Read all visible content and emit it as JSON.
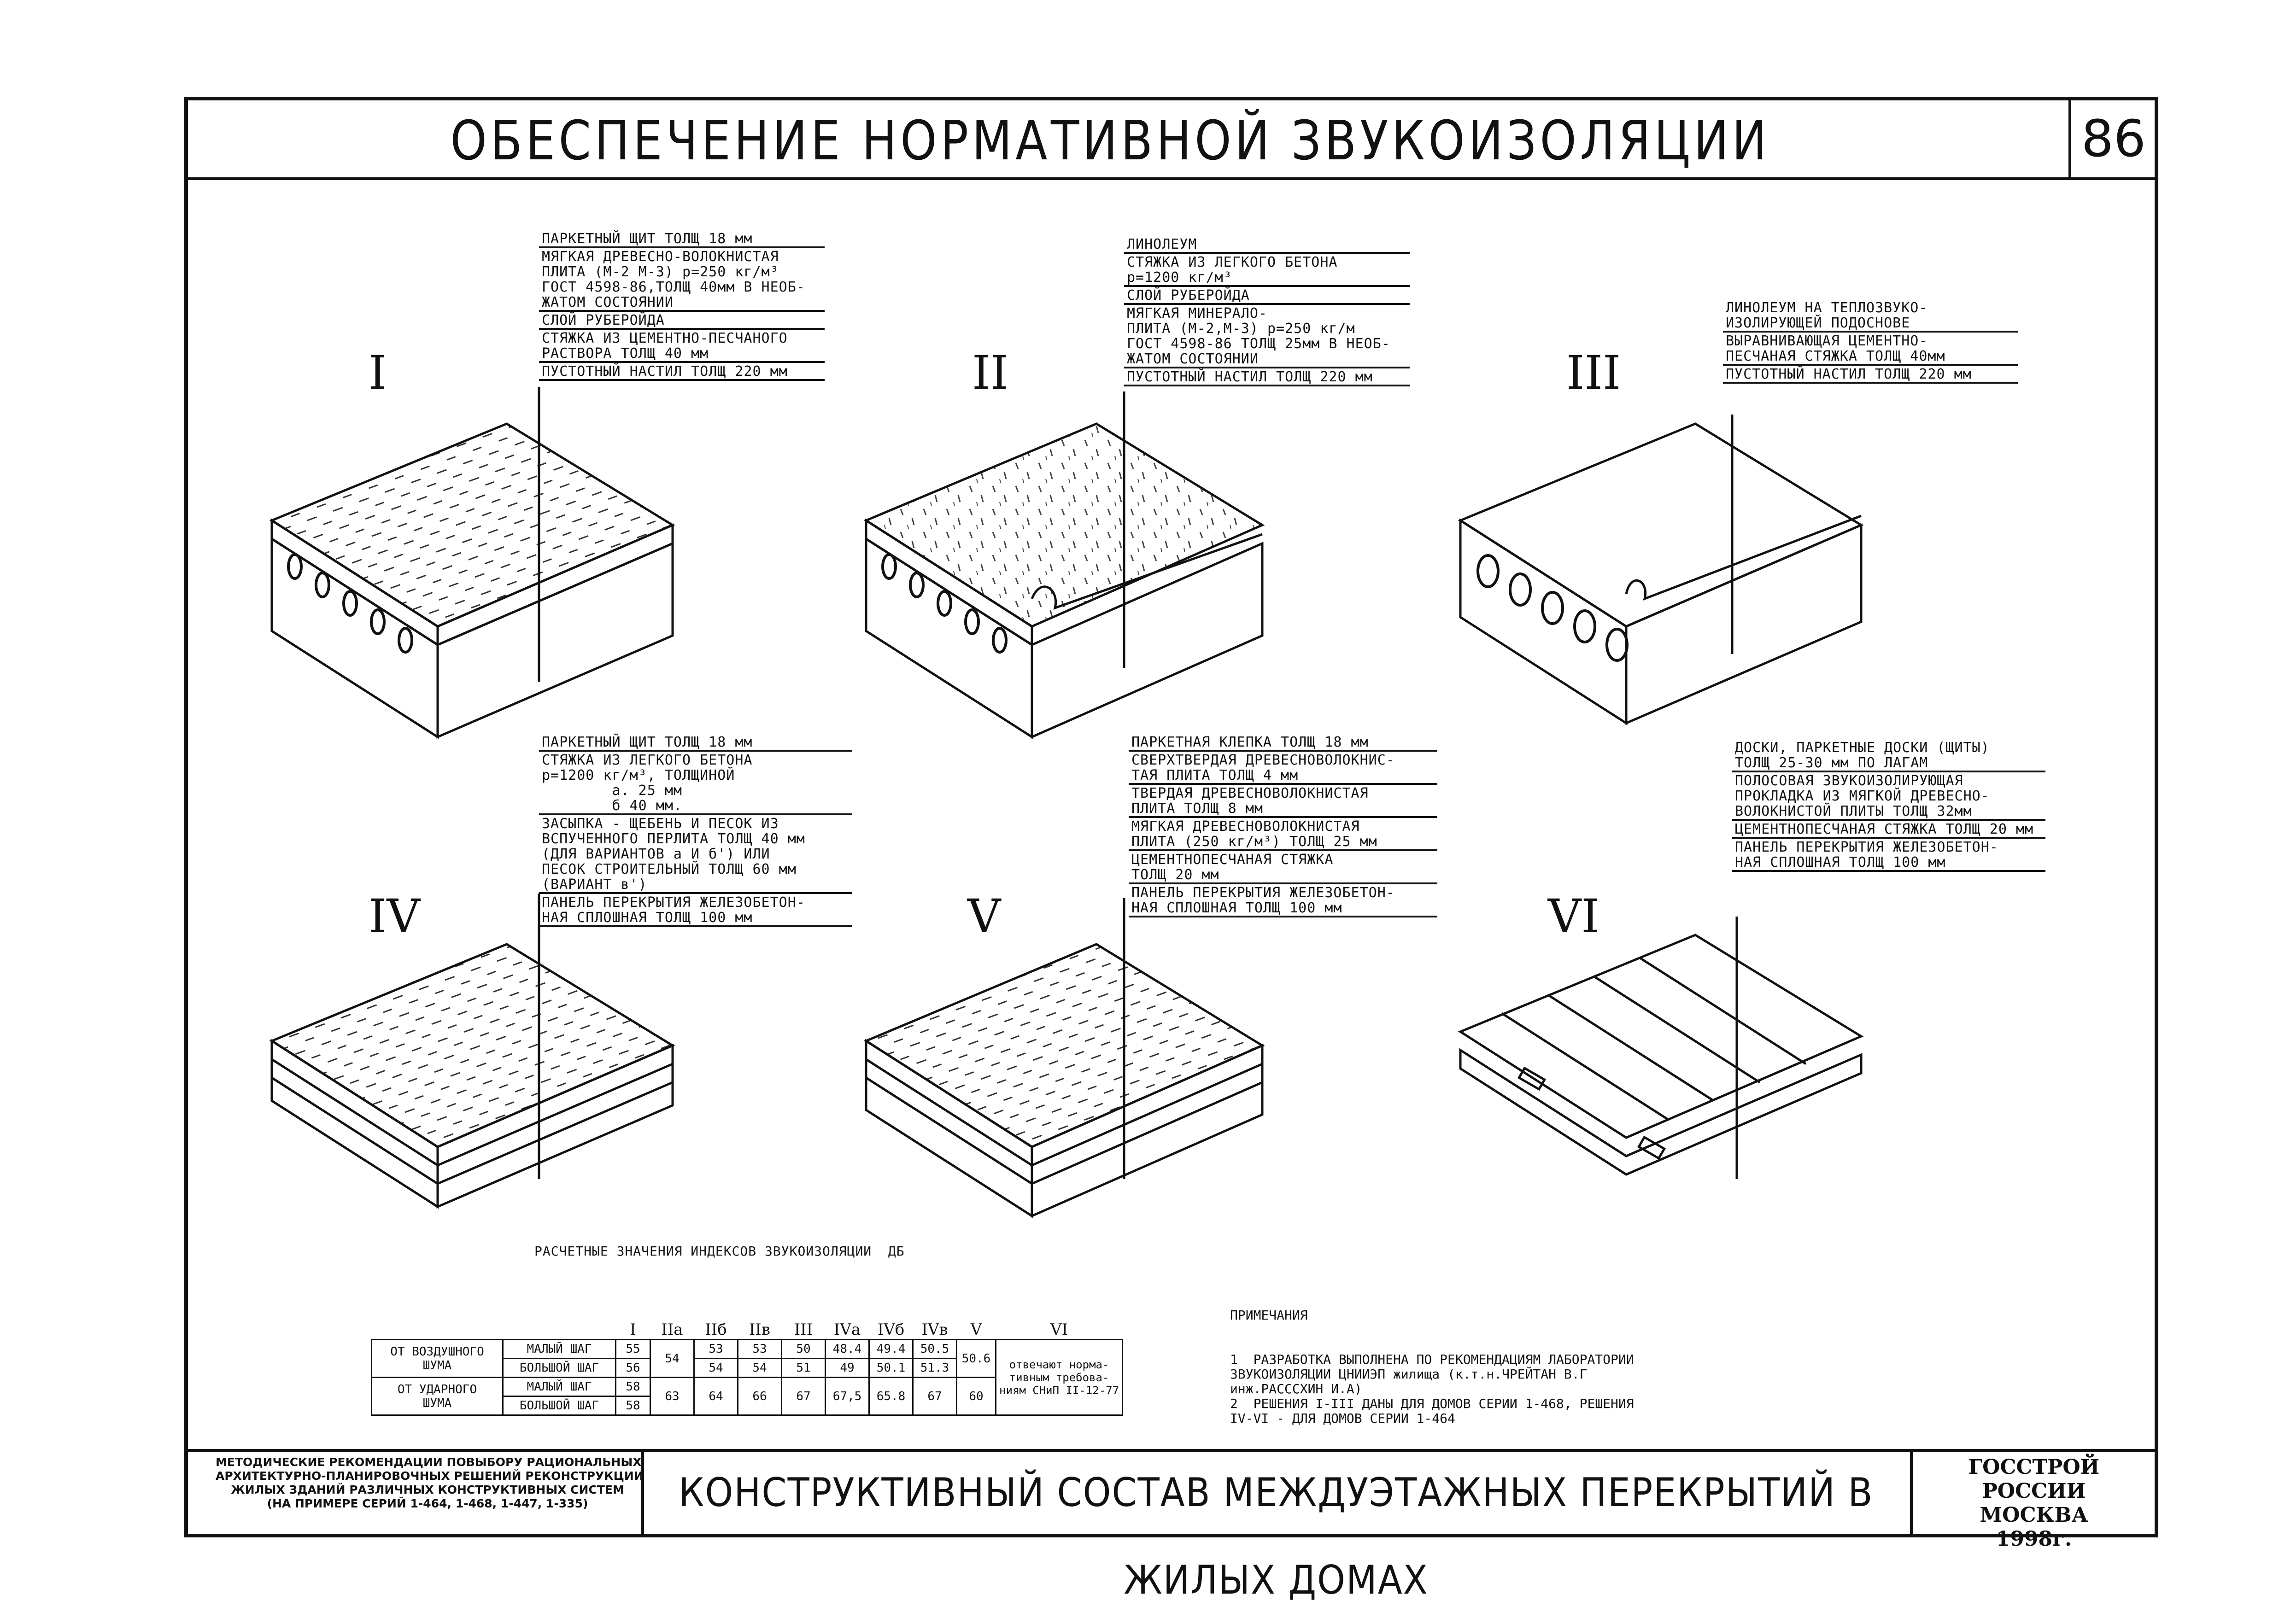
{
  "header": {
    "title": "ОБЕСПЕЧЕНИЕ НОРМАТИВНОЙ ЗВУКОИЗОЛЯЦИИ",
    "sheet_number": "86"
  },
  "variants": [
    {
      "roman": "I",
      "layers": [
        "ПАРКЕТНЫЙ ЩИТ ТОЛЩ 18 мм",
        "МЯГКАЯ ДРЕВЕСНО-ВОЛОКНИСТАЯ\nПЛИТА (М-2 М-3) р=250 кг/м³\nГОСТ 4598-86,ТОЛЩ 40мм В НЕОБ-\nЖАТОМ СОСТОЯНИИ",
        "СЛОЙ РУБЕРОЙДА",
        "СТЯЖКА ИЗ ЦЕМЕНТНО-ПЕСЧАНОГО\nРАСТВОРА ТОЛЩ 40 мм",
        "ПУСТОТНЫЙ НАСТИЛ ТОЛЩ 220 мм"
      ]
    },
    {
      "roman": "II",
      "layers": [
        "ЛИНОЛЕУМ",
        "СТЯЖКА ИЗ ЛЕГКОГО БЕТОНА\nр=1200 кг/м³",
        "СЛОЙ РУБЕРОЙДА",
        "МЯГКАЯ МИНЕРАЛО-\nПЛИТА (М-2,М-3) р=250 кг/м\nГОСТ 4598-86 ТОЛЩ 25мм В НЕОБ-\nЖАТОМ СОСТОЯНИИ",
        "ПУСТОТНЫЙ НАСТИЛ ТОЛЩ 220 мм"
      ]
    },
    {
      "roman": "III",
      "layers": [
        "ЛИНОЛЕУМ НА ТЕПЛОЗВУКО-\nИЗОЛИРУЮЩЕЙ ПОДОСНОВЕ",
        "ВЫРАВНИВАЮЩАЯ ЦЕМЕНТНО-\nПЕСЧАНАЯ СТЯЖКА ТОЛЩ 40мм",
        "ПУСТОТНЫЙ НАСТИЛ ТОЛЩ 220 мм"
      ]
    },
    {
      "roman": "IV",
      "layers": [
        "ПАРКЕТНЫЙ ЩИТ ТОЛЩ 18 мм",
        "СТЯЖКА ИЗ ЛЕГКОГО БЕТОНА\nр=1200 кг/м³, ТОЛЩИНОЙ\n        а. 25 мм\n        б 40 мм.",
        "ЗАСЫПКА - ЩЕБЕНЬ И ПЕСОК ИЗ\nВСПУЧЕННОГО ПЕРЛИТА ТОЛЩ 40 мм\n(ДЛЯ ВАРИАНТОВ а И б') ИЛИ\nПЕСОК СТРОИТЕЛЬНЫЙ ТОЛЩ 60 мм\n(ВАРИАНТ в')",
        "ПАНЕЛЬ ПЕРЕКРЫТИЯ ЖЕЛЕЗОБЕТОН-\nНАЯ СПЛОШНАЯ ТОЛЩ 100 мм"
      ]
    },
    {
      "roman": "V",
      "layers": [
        "ПАРКЕТНАЯ КЛЕПКА ТОЛЩ 18 мм",
        "СВЕРХТВЕРДАЯ ДРЕВЕСНОВОЛОКНИС-\nТАЯ ПЛИТА ТОЛЩ 4 мм",
        "ТВЕРДАЯ ДРЕВЕСНОВОЛОКНИСТАЯ\nПЛИТА ТОЛЩ 8 мм",
        "МЯГКАЯ ДРЕВЕСНОВОЛОКНИСТАЯ\nПЛИТА (250 кг/м³) ТОЛЩ 25 мм",
        "ЦЕМЕНТНОПЕСЧАНАЯ СТЯЖКА\nТОЛЩ 20 мм",
        "ПАНЕЛЬ ПЕРЕКРЫТИЯ ЖЕЛЕЗОБЕТОН-\nНАЯ СПЛОШНАЯ ТОЛЩ 100 мм"
      ]
    },
    {
      "roman": "VI",
      "layers": [
        "ДОСКИ, ПАРКЕТНЫЕ ДОСКИ (ЩИТЫ)\nТОЛЩ 25-30 мм ПО ЛАГАМ",
        "ПОЛОСОВАЯ ЗВУКОИЗОЛИРУЮЩАЯ\nПРОКЛАДКА ИЗ МЯГКОЙ ДРЕВЕСНО-\nВОЛОКНИСТОЙ ПЛИТЫ ТОЛЩ 32мм",
        "ЦЕМЕНТНОПЕСЧАНАЯ СТЯЖКА ТОЛЩ 20 мм",
        "ПАНЕЛЬ ПЕРЕКРЫТИЯ ЖЕЛЕЗОБЕТОН-\nНАЯ СПЛОШНАЯ ТОЛЩ 100 мм"
      ]
    }
  ],
  "table": {
    "caption": "РАСЧЕТНЫЕ ЗНАЧЕНИЯ ИНДЕКСОВ ЗВУКОИЗОЛЯЦИИ  ДБ",
    "columns": [
      "I",
      "IIа",
      "IIб",
      "IIв",
      "III",
      "IVа",
      "IVб",
      "IVв",
      "V",
      "VI"
    ],
    "air_label": "ОТ ВОЗДУШНОГО\nШУМА",
    "impact_label": "ОТ УДАРНОГО\nШУМА",
    "small_step": "МАЛЫЙ ШАГ",
    "large_step": "БОЛЬШОЙ ШАГ",
    "air_small": [
      "55",
      "54",
      "53",
      "53",
      "50",
      "48.4",
      "49.4",
      "50.5",
      "50.6"
    ],
    "air_large": [
      "56",
      "54",
      "54",
      "51",
      "49",
      "50.1",
      "51.3"
    ],
    "impact_small": "58",
    "impact_large": "58",
    "impact": [
      "63",
      "64",
      "66",
      "67",
      "67,5",
      "65.8",
      "67",
      "60"
    ],
    "vi_note": "отвечают норма-\nтивным требова-\nниям СНиП II-12-77"
  },
  "notes": {
    "title": "ПРИМЕЧАНИЯ",
    "text": "1  РАЗРАБОТКА ВЫПОЛНЕНА ПО РЕКОМЕНДАЦИЯМ ЛАБОРАТОРИИ\nЗВУКОИЗОЛЯЦИИ ЦНИИЭП жилища (к.т.н.ЧРЕЙТАН В.Г\nинж.РАСССХИН И.А)\n2  РЕШЕНИЯ I-III ДАНЫ ДЛЯ ДОМОВ СЕРИИ 1-468, РЕШЕНИЯ\nIV-VI - ДЛЯ ДОМОВ СЕРИИ 1-464"
  },
  "footer": {
    "left": "МЕТОДИЧЕСКИЕ РЕКОМЕНДАЦИИ ПОВЫБОРУ РАЦИОНАЛЬНЫХ\nАРХИТЕКТУРНО-ПЛАНИРОВОЧНЫХ РЕШЕНИЙ РЕКОНСТРУКЦИИ\nЖИЛЫХ ЗДАНИЙ РАЗЛИЧНЫХ КОНСТРУКТИВНЫХ СИСТЕМ\n(НА ПРИМЕРЕ СЕРИЙ 1-464, 1-468, 1-447, 1-335)",
    "middle": "КОНСТРУКТИВНЫЙ СОСТАВ МЕЖДУЭТАЖНЫХ ПЕРЕКРЫТИЙ В ЖИЛЫХ ДОМАХ",
    "right_1": "ГОССТРОЙ РОССИИ",
    "right_2": "МОСКВА",
    "right_3": "1998г."
  }
}
